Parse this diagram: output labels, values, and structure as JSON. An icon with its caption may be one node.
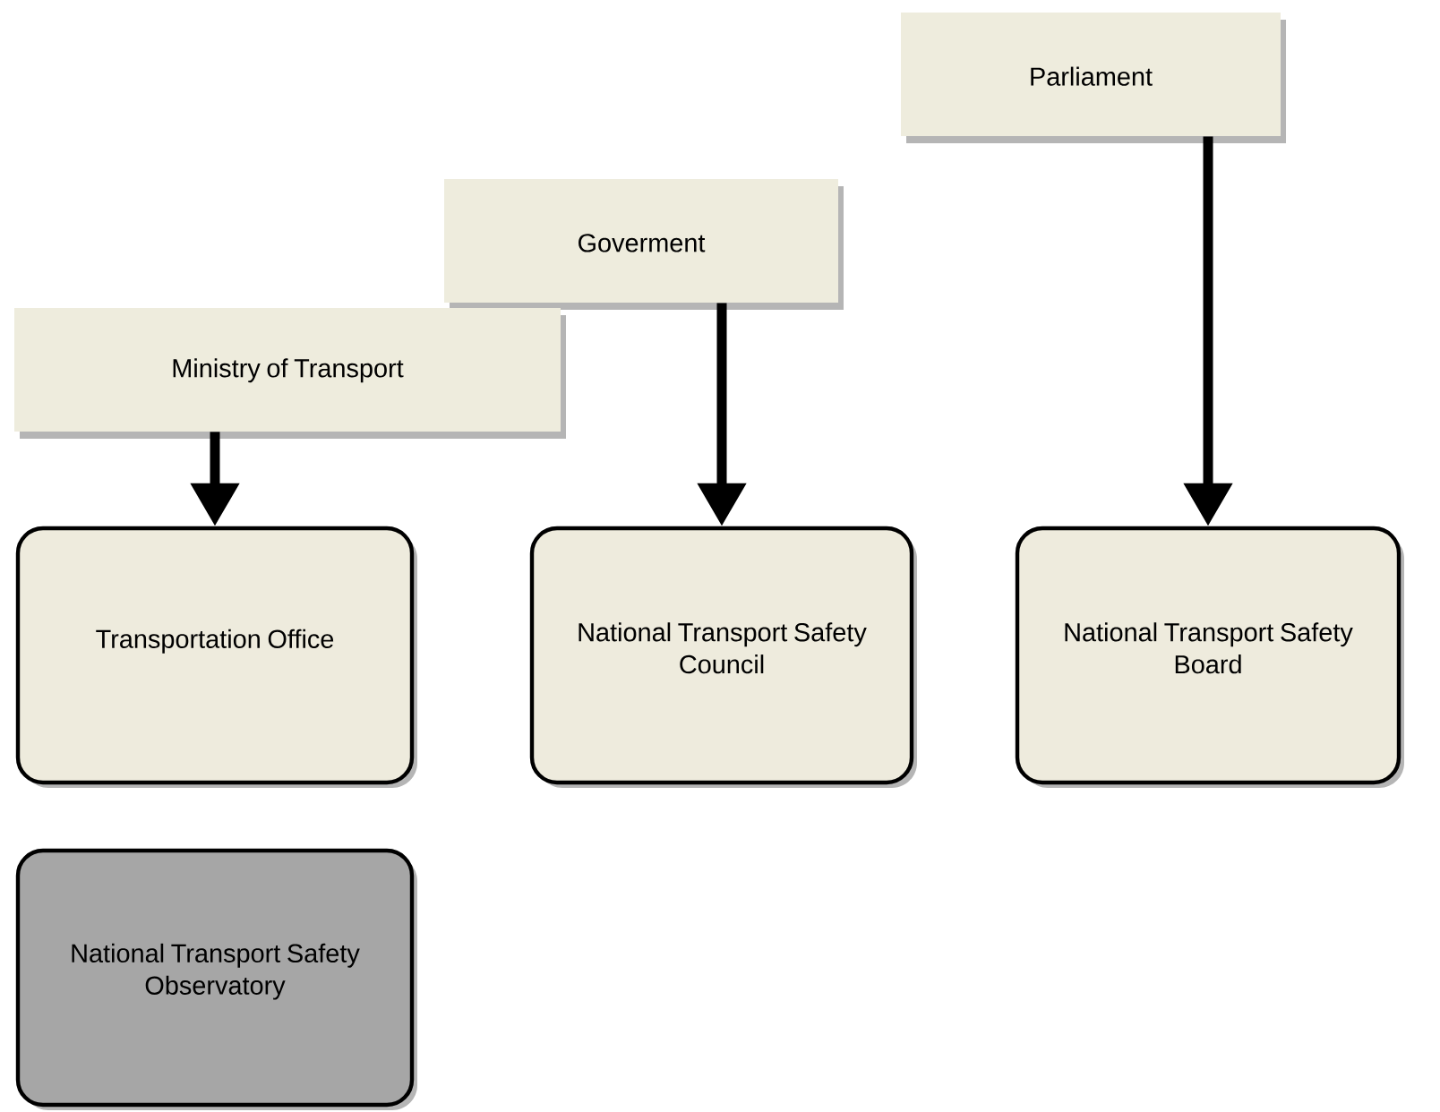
{
  "diagram": {
    "nodes": [
      {
        "text": [
          "Parliament"
        ]
      },
      {
        "text": [
          "Goverment"
        ]
      },
      {
        "text": [
          "Ministry of Transport"
        ]
      },
      {
        "text": [
          "Transportation Office"
        ]
      },
      {
        "text": [
          "National Transport Safety Council"
        ]
      },
      {
        "text": [
          "National Transport Safety Board"
        ]
      },
      {
        "text": [
          "National Transport Safety Observatory"
        ]
      }
    ],
    "edges": [
      {
        "from": 2,
        "to": 3,
        "arrow": "to"
      },
      {
        "from": 1,
        "to": 4,
        "arrow": "to"
      },
      {
        "from": 0,
        "to": 5,
        "arrow": "to"
      }
    ]
  }
}
